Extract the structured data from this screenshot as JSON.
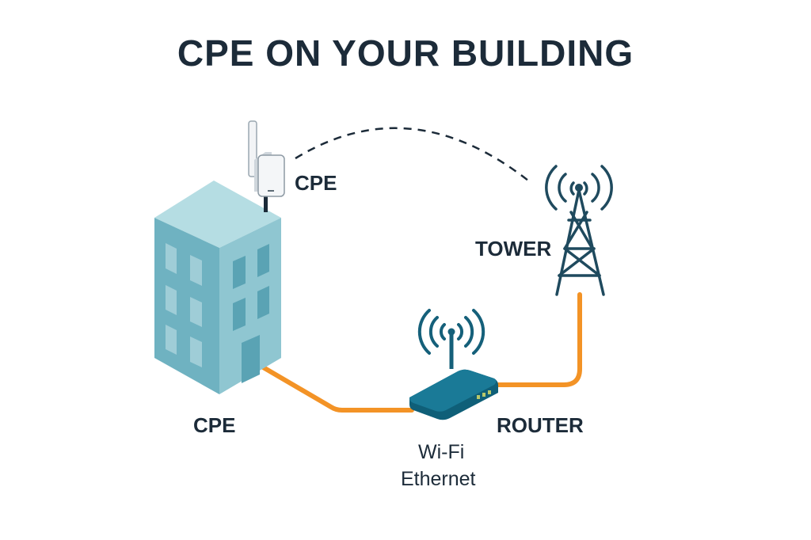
{
  "title": "CPE ON YOUR BUILDING",
  "labels": {
    "cpe_device": "CPE",
    "tower": "TOWER",
    "cpe_building": "CPE",
    "router": "ROUTER",
    "router_sub1": "Wi-Fi",
    "router_sub2": "Ethernet"
  },
  "colors": {
    "text": "#1c2b39",
    "cable": "#f39326",
    "building_top": "#b5dde3",
    "building_left": "#6fb2c1",
    "building_right": "#8fc6d1",
    "router": "#16728f",
    "tower": "#1f4a5e"
  }
}
